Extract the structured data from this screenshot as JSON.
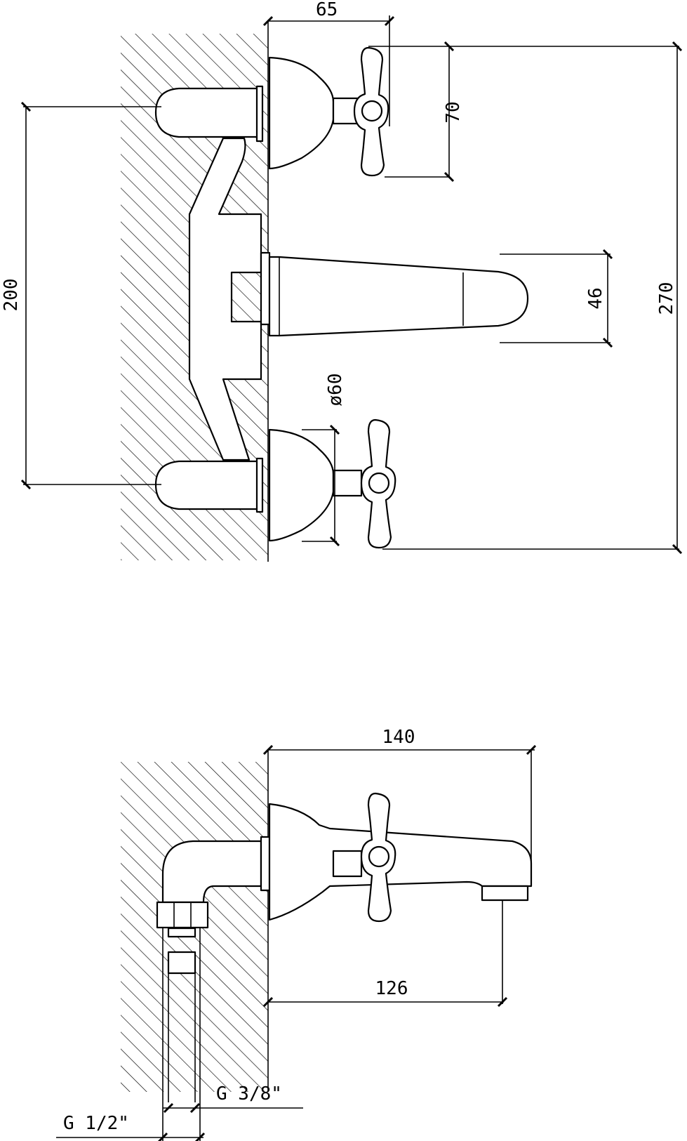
{
  "top_view": {
    "dimensions": {
      "width_handle": "65",
      "handle_span": "70",
      "overall_height": "270",
      "centers": "200",
      "spout_height": "46",
      "flange_diameter": "ø60"
    }
  },
  "side_view": {
    "dimensions": {
      "projection": "140",
      "outlet_reach": "126",
      "thread_small": "G 3/8\"",
      "thread_large": "G 1/2\""
    }
  }
}
